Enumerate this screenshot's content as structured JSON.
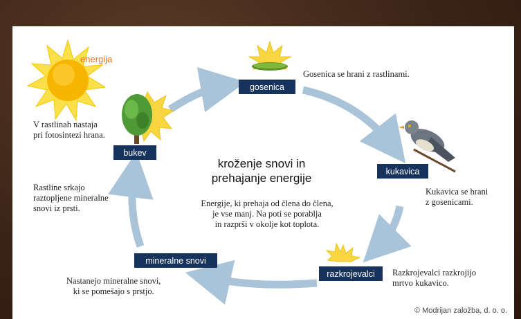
{
  "title": "kroženje snovi in\nprehajanje energije",
  "center_text": "Energije, ki prehaja od člena do člena,\nje vse manj. Na poti se porablja\nin razprši v okolje kot toplota.",
  "sun_label": "energija",
  "nodes": {
    "gosenica": {
      "label": "gosenica",
      "description": "Gosenica se hrani z rastlinami."
    },
    "kukavica": {
      "label": "kukavica",
      "description": "Kukavica se hrani\nz gosenicami."
    },
    "razkrojevalci": {
      "label": "razkrojevalci",
      "description": "Razkrojevalci razkrojijo\nmrtvo kukavico."
    },
    "mineralne_snovi": {
      "label": "mineralne snovi",
      "description": "Nastanejo mineralne snovi,\nki se pomešajo s prstjo."
    },
    "bukev": {
      "label": "bukev",
      "description": "Rastline srkajo\nraztopljene mineralne\nsnovi iz prsti."
    }
  },
  "photosynthesis_text": "V rastlinah nastaja\npri fotosintezi hrana.",
  "copyright": "© Modrijan založba, d. o. o.",
  "colors": {
    "label_bg": "#16335e",
    "arrow": "#a9c3d9",
    "sun": "#f5c400",
    "sun_label": "#e2711d"
  }
}
